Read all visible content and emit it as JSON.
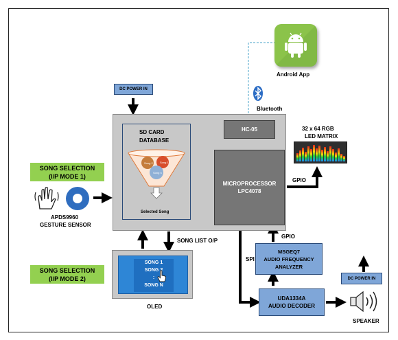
{
  "android": {
    "label": "Android App"
  },
  "bluetooth": {
    "label": "Bluetooth"
  },
  "power_top": {
    "label": "DC POWER IN"
  },
  "power_right": {
    "label": "DC POWER IN"
  },
  "hc05": {
    "label": "HC-05"
  },
  "sd_card": {
    "title_line1": "SD CARD",
    "title_line2": "DATABASE",
    "selected": "Selected Song",
    "songs": [
      "Song 2",
      "Song 1",
      "Song n"
    ]
  },
  "mcu": {
    "line1": "MICROPROCESSOR",
    "line2": "LPC4078"
  },
  "led": {
    "line1": "32 x 64 RGB",
    "line2": "LED MATRIX"
  },
  "gpio_top": "GPIO",
  "gpio_mid": "GPIO",
  "spi": "SPI",
  "song_list": "SONG LIST O/P",
  "mode1": {
    "line1": "SONG SELECTION",
    "line2": "(I/P MODE 1)"
  },
  "mode2": {
    "line1": "SONG SELECTION",
    "line2": "(I/P MODE 2)"
  },
  "sensor": {
    "line1": "APDS9960",
    "line2": "GESTURE SENSOR"
  },
  "oled": {
    "label": "OLED",
    "items": [
      "SONG 1",
      "SONG 2",
      ":",
      "SONG N"
    ]
  },
  "msgeq7": {
    "line1": "MSGEQ7",
    "line2": "AUDIO FREQUENCY",
    "line3": "ANALYZER"
  },
  "uda": {
    "line1": "UDA1334A",
    "line2": "AUDIO DECODER"
  },
  "speaker": {
    "label": "SPEAKER"
  },
  "colors": {
    "blue_box": "#7fa6d8",
    "green_box": "#93d050",
    "android_green": "#8bc34a",
    "panel": "#c8c8c8"
  }
}
